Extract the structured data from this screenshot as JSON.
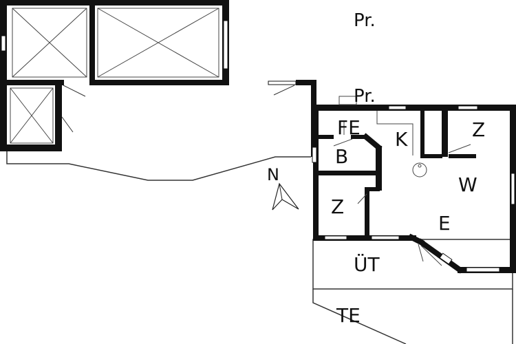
{
  "labels": {
    "pr_outside": "Pr.",
    "pr_entry": "Pr.",
    "fe": "FE",
    "k": "K",
    "z_top": "Z",
    "b": "B",
    "w": "W",
    "z_lower": "Z",
    "e": "E",
    "ut": "ÜT",
    "te": "TE",
    "north": "N"
  },
  "colors": {
    "wall": "#111111",
    "line": "#333333",
    "fill": "#f7f7f7"
  }
}
